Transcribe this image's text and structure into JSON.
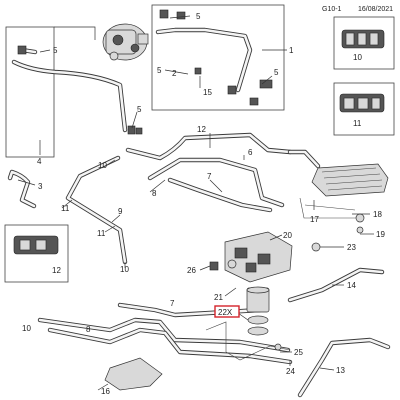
{
  "header": {
    "code": "G10-1",
    "date": "16/08/2021"
  },
  "callouts": [
    {
      "id": "c5a",
      "label": "5"
    },
    {
      "id": "c1",
      "label": "1"
    },
    {
      "id": "c5b",
      "label": "5"
    },
    {
      "id": "c2",
      "label": "2"
    },
    {
      "id": "c15",
      "label": "15"
    },
    {
      "id": "c5c",
      "label": "5"
    },
    {
      "id": "c5d",
      "label": "5"
    },
    {
      "id": "c5e",
      "label": "5"
    },
    {
      "id": "c4",
      "label": "4"
    },
    {
      "id": "c3",
      "label": "3"
    },
    {
      "id": "c10a",
      "label": "10"
    },
    {
      "id": "c12a",
      "label": "12"
    },
    {
      "id": "c6",
      "label": "6"
    },
    {
      "id": "c7a",
      "label": "7"
    },
    {
      "id": "c8a",
      "label": "8"
    },
    {
      "id": "c11a",
      "label": "11"
    },
    {
      "id": "c9",
      "label": "9"
    },
    {
      "id": "c11b",
      "label": "11"
    },
    {
      "id": "c10b",
      "label": "10"
    },
    {
      "id": "c17",
      "label": "17"
    },
    {
      "id": "c18",
      "label": "18"
    },
    {
      "id": "c19",
      "label": "19"
    },
    {
      "id": "c10c",
      "label": "10"
    },
    {
      "id": "c11c",
      "label": "11"
    },
    {
      "id": "c12b",
      "label": "12"
    },
    {
      "id": "c20",
      "label": "20"
    },
    {
      "id": "c23",
      "label": "23"
    },
    {
      "id": "c26",
      "label": "26"
    },
    {
      "id": "c14",
      "label": "14"
    },
    {
      "id": "c21",
      "label": "21"
    },
    {
      "id": "c7b",
      "label": "7"
    },
    {
      "id": "c10d",
      "label": "10"
    },
    {
      "id": "c8b",
      "label": "8"
    },
    {
      "id": "c22",
      "label": "22X"
    },
    {
      "id": "c25",
      "label": "25"
    },
    {
      "id": "c24",
      "label": "24"
    },
    {
      "id": "c13",
      "label": "13"
    },
    {
      "id": "c16",
      "label": "16"
    }
  ]
}
